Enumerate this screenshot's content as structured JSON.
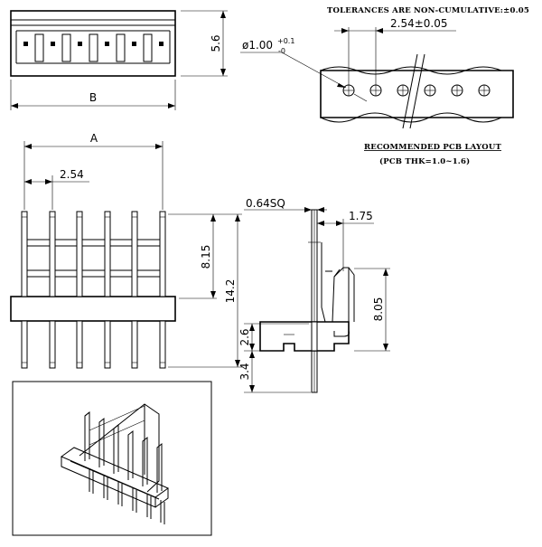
{
  "notes": {
    "tolerance": "TOLERANCES ARE NON-CUMULATIVE:±0.05",
    "pcb_title": "RECOMMENDED PCB  LAYOUT",
    "pcb_thk": "(PCB THK=1.0~1.6)"
  },
  "dims": {
    "top_height": "5.6",
    "top_width": "B",
    "hole_pitch": "2.54±0.05",
    "hole_dia_main": "ø1.00",
    "hole_dia_tol_plus": "+0.1",
    "hole_dia_tol_minus": "-0",
    "front_width": "A",
    "front_pitch": "2.54",
    "upper_pin": "8.15",
    "total_height": "14.2",
    "side_pin_sq": "0.64SQ",
    "side_offset": "1.75",
    "side_height": "8.05",
    "base_height": "2.6",
    "tail_height": "3.4"
  }
}
